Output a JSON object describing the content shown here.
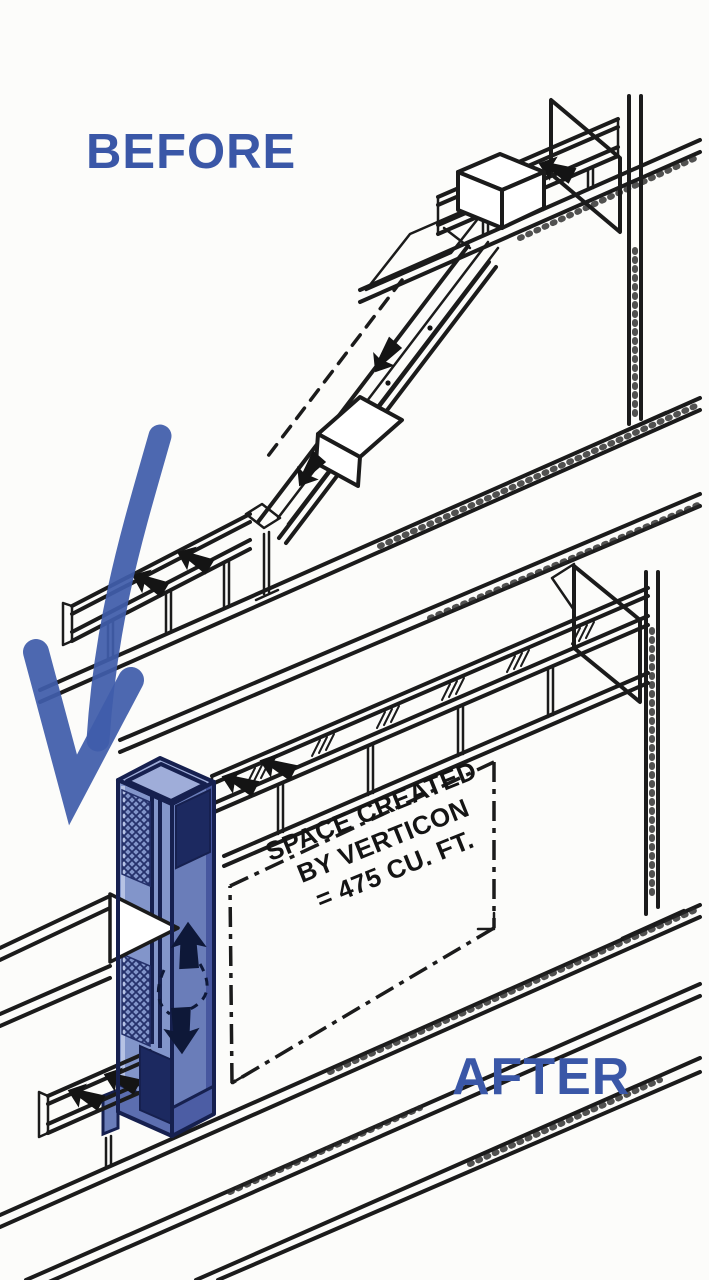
{
  "scene": {
    "before": {
      "label": "BEFORE"
    },
    "after": {
      "label": "AFTER"
    },
    "annotation": {
      "line1": "SPACE CREATED",
      "line2": "BY VERTICON",
      "line3": "= 475 CU. FT."
    }
  },
  "colors": {
    "label_blue": "#3a57a7",
    "arrow_blue": "#3f5caa",
    "unit_front": "#8295ca",
    "unit_side": "#6a7db9",
    "unit_top": "#9fadd9",
    "unit_dark": "#16204f",
    "ink": "#1b1b1b",
    "paper": "#fcfcfa"
  },
  "icons": {
    "flow_arrow": "rough solid arrow polygon (product flow direction)",
    "lift_up_arrow": "solid block arrow up (carriage travel)",
    "lift_down_arrow": "solid block arrow down (carriage travel)",
    "transition_arrow": "large blue brush arrow (before to after)"
  }
}
